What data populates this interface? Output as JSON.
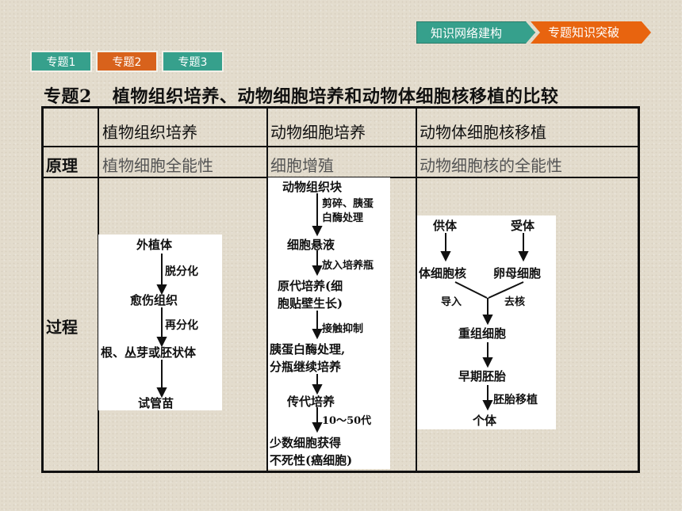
{
  "nav": {
    "item1": "知识网络建构",
    "item2": "专题知识突破"
  },
  "tabs": [
    "专题1",
    "专题2",
    "专题3"
  ],
  "title": {
    "topic": "专题2",
    "text": "植物组织培养、动物细胞培养和动物体细胞核移植的比较"
  },
  "table": {
    "headers": [
      "植物组织培养",
      "动物细胞培养",
      "动物体细胞核移植"
    ],
    "principle": {
      "label": "原理",
      "values": [
        "植物细胞全能性",
        "细胞增殖",
        "动物细胞核的全能性"
      ]
    },
    "process_label": "过程"
  },
  "plant_flow": {
    "nodes": [
      "外植体",
      "愈伤组织",
      "根、丛芽或胚状体",
      "试管苗"
    ],
    "steps": [
      "脱分化",
      "再分化"
    ]
  },
  "animal_cell_flow": {
    "nodes": [
      "动物组织块",
      "细胞悬液",
      "原代培养(细",
      "胞贴壁生长)",
      "胰蛋白酶处理,",
      "分瓶继续培养",
      "传代培养",
      "少数细胞获得",
      "不死性(癌细胞)"
    ],
    "steps": [
      "剪碎、胰蛋",
      "白酶处理",
      "放入培养瓶",
      "接触抑制",
      "10～50代"
    ]
  },
  "nuclear_flow": {
    "nodes": [
      "供体",
      "受体",
      "体细胞核",
      "卵母细胞",
      "重组细胞",
      "早期胚胎",
      "个体"
    ],
    "steps": [
      "导入",
      "去核",
      "胚胎移植"
    ]
  },
  "colors": {
    "nav_green": "#36a08c",
    "nav_orange": "#e8640f",
    "tab_active": "#d8621c",
    "background": "#e3dccd"
  }
}
